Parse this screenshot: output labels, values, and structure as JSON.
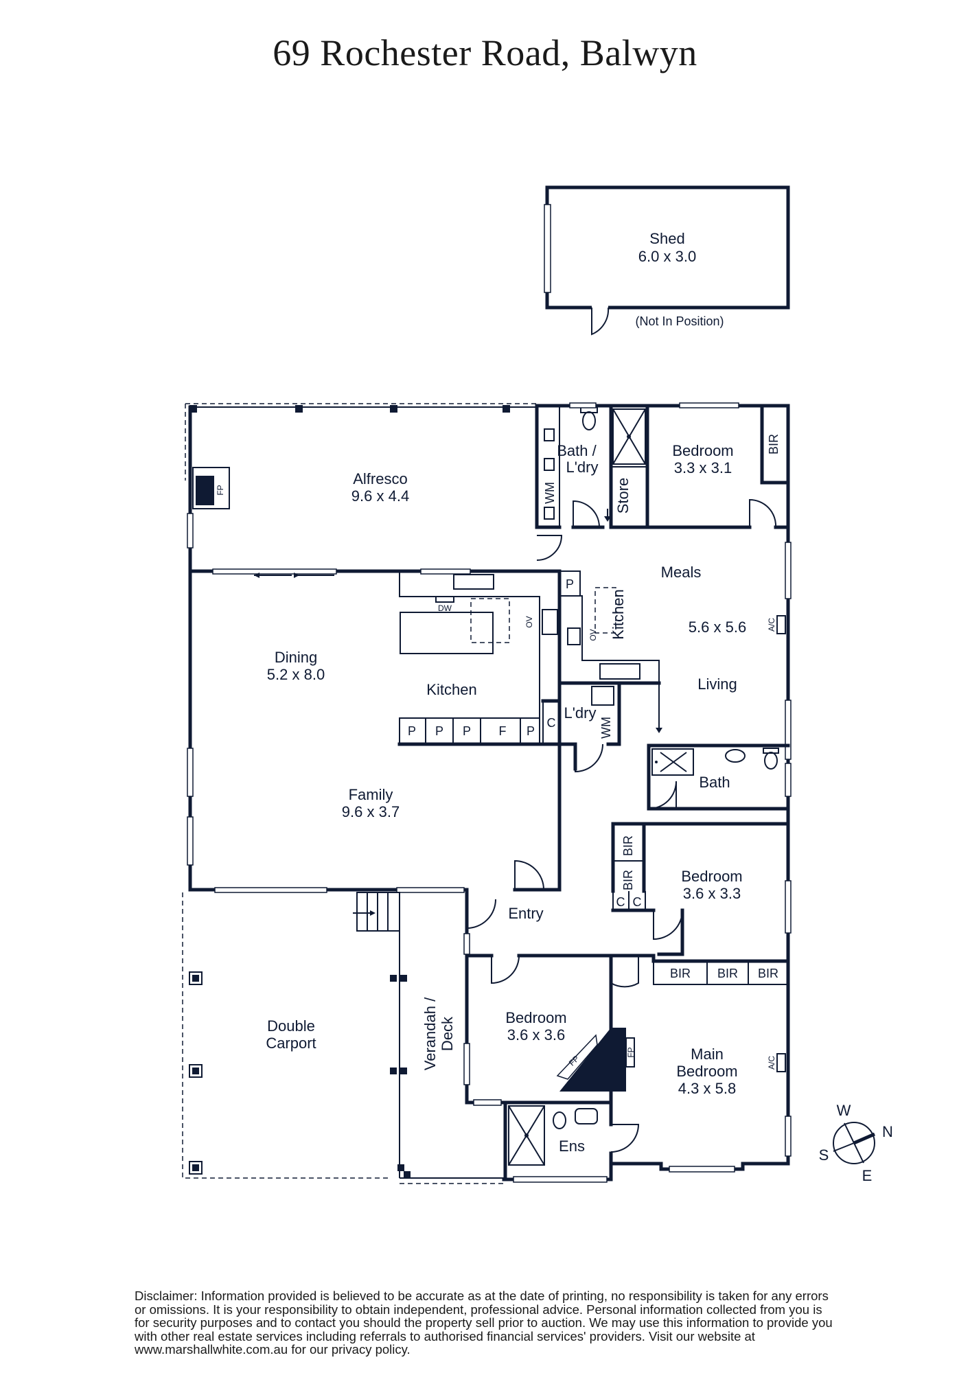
{
  "title": "69 Rochester Road, Balwyn",
  "shed": {
    "name": "Shed",
    "size": "6.0 x 3.0",
    "note": "(Not In Position)"
  },
  "rooms": {
    "alfresco": {
      "name": "Alfresco",
      "size": "9.6 x 4.4"
    },
    "bath_laundry": {
      "name_line1": "Bath /",
      "name_line2": "L'dry"
    },
    "store": "Store",
    "bedroom_top": {
      "name": "Bedroom",
      "size": "3.3 x 3.1"
    },
    "meals": {
      "name": "Meals",
      "size": "5.6 x 5.6"
    },
    "kitchenette": "Kitchen",
    "living": "Living",
    "dining": {
      "name": "Dining",
      "size": "5.2 x 8.0"
    },
    "kitchen": "Kitchen",
    "laundry": "L'dry",
    "bath": "Bath",
    "family": {
      "name": "Family",
      "size": "9.6 x 3.7"
    },
    "bedroom_mid": {
      "name": "Bedroom",
      "size": "3.6 x 3.3"
    },
    "entry": "Entry",
    "double_carport": {
      "name_line1": "Double",
      "name_line2": "Carport"
    },
    "verandah": {
      "name_line1": "Verandah /",
      "name_line2": "Deck"
    },
    "bedroom_front": {
      "name": "Bedroom",
      "size": "3.6 x 3.6"
    },
    "main_bedroom": {
      "name_line1": "Main",
      "name_line2": "Bedroom",
      "size": "4.3 x 5.8"
    },
    "ensuite": "Ens"
  },
  "fixtures": {
    "bir": "BIR",
    "wm": "WM",
    "fp": "FP",
    "dw": "DW",
    "ov": "OV",
    "ac": "A/C",
    "pantry": "P",
    "fridge": "F",
    "cupboard": "C"
  },
  "compass": {
    "w": "W",
    "n": "N",
    "s": "S",
    "e": "E"
  },
  "disclaimer": "Disclaimer: Information provided is believed to be accurate as at the date of printing, no responsibility is taken for any errors or omissions. It is your responsibility to obtain independent, professional advice. Personal information collected from you is for security purposes and to contact you should the property sell prior to auction. We may use this information to provide you with other real estate services including referrals to authorised financial services' providers. Visit our website at www.marshallwhite.com.au for our privacy policy."
}
